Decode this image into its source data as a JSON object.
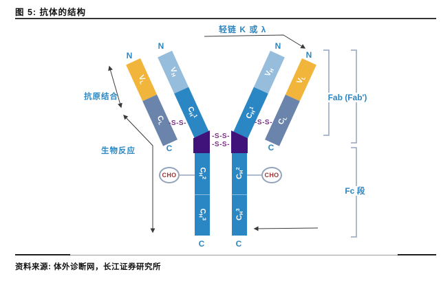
{
  "header": {
    "title": "图 5: 抗体的结构"
  },
  "footer": {
    "source": "资料来源: 体外诊断网，长江证券研究所"
  },
  "labels": {
    "light_chain": "轻链 K 或 λ",
    "antigen_binding": "抗原结合",
    "bio_response": "生物反应",
    "fab": "Fab (Fab')",
    "fc": "Fc 段",
    "cho": "CHO",
    "n_terminus": "N",
    "c_terminus": "C",
    "disulfide": "-S-S-"
  },
  "domains": {
    "vl": {
      "main": "V",
      "sub": "L"
    },
    "vh": {
      "main": "V",
      "sub": "H"
    },
    "ch1": {
      "main": "C",
      "sub": "H",
      "sup": "1"
    },
    "ch2": {
      "main": "C",
      "sub": "H",
      "sup": "2"
    },
    "ch3": {
      "main": "C",
      "sub": "H",
      "sup": "3"
    }
  },
  "colors": {
    "blue": "#2b86c4",
    "light-blue": "#97bddd",
    "yellow": "#f2b53c",
    "slate": "#6b84ab",
    "purple": "#40137a",
    "ss": "#7c2e86",
    "label-blue": "#2e86c0",
    "bracket": "#93a3bb",
    "line": "#3a3a3a",
    "cho-text": "#9b3535",
    "text": "#111111",
    "rule": "#333333"
  }
}
